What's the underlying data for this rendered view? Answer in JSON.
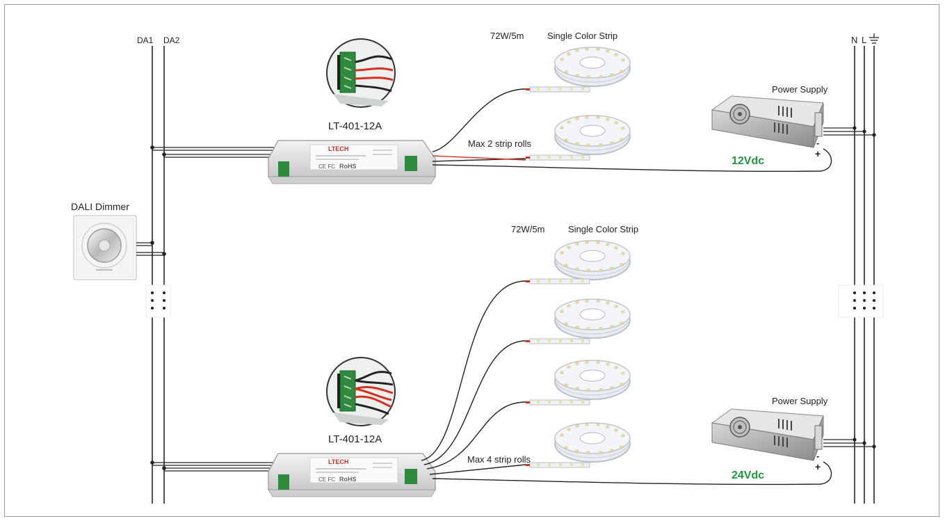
{
  "bus_labels": {
    "da1": "DA1",
    "da2": "DA2",
    "n": "N",
    "l": "L"
  },
  "dimmer": {
    "label": "DALI Dimmer"
  },
  "top_section": {
    "controller_label": "LT-401-12A",
    "controller_brand": "LTECH",
    "controller_certs": "RoHS",
    "strip_spec": "72W/5m",
    "strip_title": "Single Color Strip",
    "max_rolls": "Max 2 strip rolls",
    "power_supply_label": "Power Supply",
    "voltage": "12Vdc"
  },
  "bottom_section": {
    "controller_label": "LT-401-12A",
    "controller_brand": "LTECH",
    "controller_certs": "RoHS",
    "strip_spec": "72W/5m",
    "strip_title": "Single Color Strip",
    "max_rolls": "Max 4 strip rolls",
    "power_supply_label": "Power Supply",
    "voltage": "24Vdc"
  },
  "terminal_signs": {
    "minus": "-",
    "plus": "+"
  },
  "colors": {
    "voltage": "#1a9a3c",
    "wire": "#222222",
    "wire_red": "#d83020",
    "terminal_green": "#2e8b3e"
  }
}
